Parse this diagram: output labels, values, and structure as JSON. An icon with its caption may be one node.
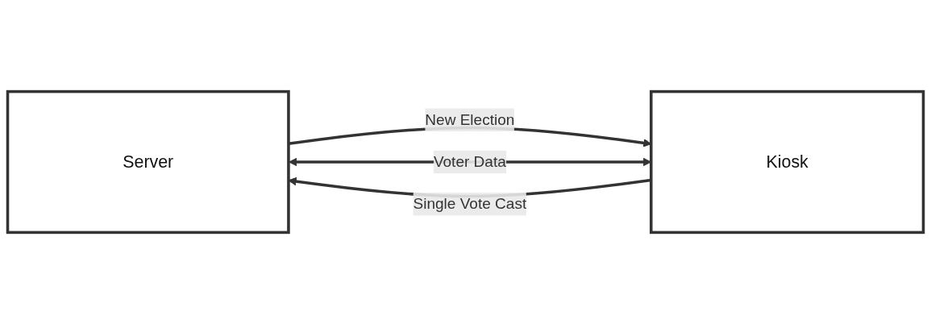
{
  "diagram": {
    "nodes": [
      {
        "text": [
          "Server"
        ]
      },
      {
        "text": [
          "Kiosk"
        ]
      }
    ],
    "edges": [
      {
        "from": 0,
        "to": 1,
        "arrow": "to",
        "label": "New Election"
      },
      {
        "from": 0,
        "to": 1,
        "arrow": "both",
        "label": "Voter Data"
      },
      {
        "from": 1,
        "to": 0,
        "arrow": "to",
        "label": "Single Vote Cast"
      }
    ]
  }
}
